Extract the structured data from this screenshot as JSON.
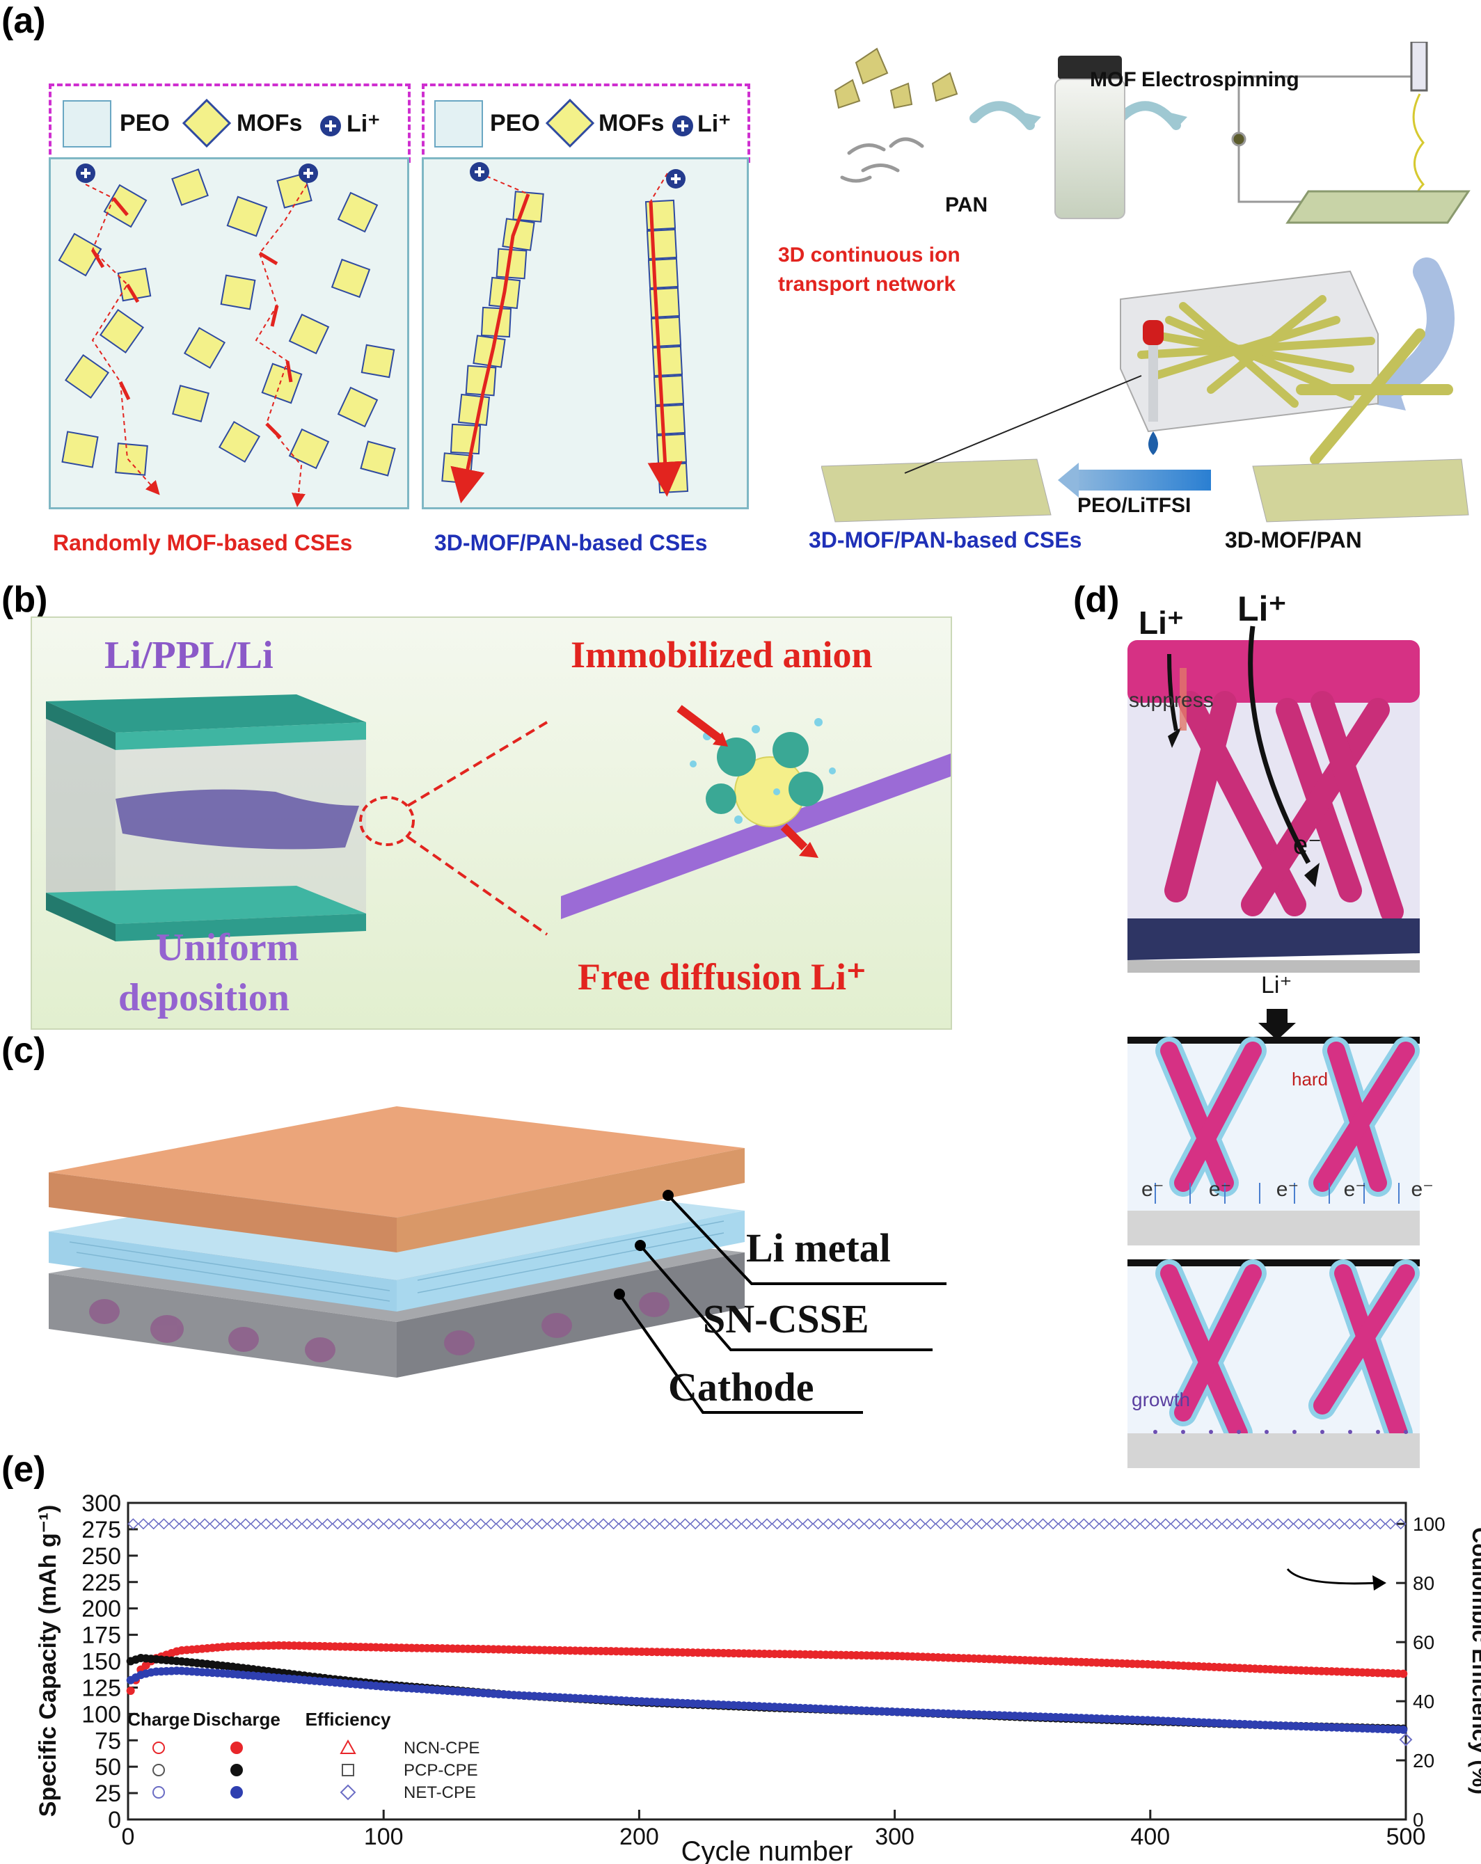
{
  "panels": {
    "a": "(a)",
    "b": "(b)",
    "c": "(c)",
    "d": "(d)",
    "e": "(e)"
  },
  "panel_a": {
    "legend": {
      "peo": "PEO",
      "mofs": "MOFs",
      "li": "Li⁺"
    },
    "caption_random": "Randomly MOF-based CSEs",
    "caption_3d": "3D-MOF/PAN-based CSEs",
    "scheme": {
      "mof": "MOF",
      "pan": "PAN",
      "electrospinning": "Electrospinning",
      "network_line1": "3D continuous ion",
      "network_line2": "transport network",
      "peo_litfsi": "PEO/LiTFSI",
      "cses": "3D-MOF/PAN-based CSEs",
      "mof_pan": "3D-MOF/PAN"
    }
  },
  "panel_b": {
    "cell": "Li/PPL/Li",
    "immobilized": "Immobilized anion",
    "uniform_line1": "Uniform",
    "uniform_line2": "deposition",
    "free_diffusion": "Free diffusion Li⁺"
  },
  "panel_c": {
    "li_metal": "Li metal",
    "sn_csse": "SN-CSSE",
    "cathode": "Cathode"
  },
  "panel_d": {
    "li_left": "Li⁺",
    "li_right": "Li⁺",
    "suppress": "suppress",
    "electron": "e⁻",
    "li_mid": "Li⁺",
    "hard": "hard",
    "e_labels": [
      "e⁻",
      "e⁻",
      "e⁻",
      "e⁻",
      "e⁻"
    ],
    "growth": "growth"
  },
  "colors": {
    "red": "#e2241f",
    "blue": "#1f30b7",
    "mof_yellow": "#f3f18a",
    "magenta": "#d1307f",
    "copper": "#eba57a",
    "purple": "#8c5fc7",
    "teal": "#3fb59a"
  },
  "chart_data": {
    "type": "scatter",
    "xlabel": "Cycle number",
    "ylabel": "Specific Capacity (mAh g⁻¹)",
    "y2label": "Coulombic Efficiency (%)",
    "xlim": [
      0,
      500
    ],
    "ylim": [
      0,
      300
    ],
    "y2lim": [
      0,
      107.1
    ],
    "x_ticks": [
      0,
      100,
      200,
      300,
      400,
      500
    ],
    "y_ticks": [
      0,
      25,
      50,
      75,
      100,
      125,
      150,
      175,
      200,
      225,
      250,
      275,
      300
    ],
    "y2_ticks": [
      0,
      20,
      40,
      60,
      80,
      100
    ],
    "legend_headers": [
      "Charge",
      "Discharge",
      "Efficiency"
    ],
    "legend_rows": [
      "NCN-CPE",
      "PCP-CPE",
      "NET-CPE"
    ],
    "series": [
      {
        "name": "NCN-CPE",
        "color": "#e8262a",
        "x": [
          1,
          5,
          10,
          20,
          40,
          60,
          80,
          100,
          150,
          200,
          250,
          300,
          350,
          400,
          450,
          500
        ],
        "values": [
          122,
          142,
          152,
          160,
          164,
          165,
          164,
          163,
          161,
          159,
          157,
          155,
          151,
          147,
          142,
          138
        ]
      },
      {
        "name": "PCP-CPE",
        "color": "#111111",
        "x": [
          1,
          5,
          10,
          20,
          40,
          60,
          80,
          100,
          150,
          200,
          250,
          300,
          350,
          400,
          450,
          500
        ],
        "values": [
          150,
          153,
          152,
          150,
          145,
          139,
          133,
          128,
          118,
          111,
          106,
          102,
          97,
          93,
          89,
          86
        ]
      },
      {
        "name": "NET-CPE",
        "color": "#2e3fb0",
        "x": [
          1,
          5,
          10,
          20,
          40,
          60,
          80,
          100,
          150,
          200,
          250,
          300,
          350,
          400,
          450,
          500
        ],
        "values": [
          132,
          137,
          140,
          141,
          138,
          134,
          130,
          126,
          118,
          112,
          107,
          102,
          98,
          94,
          89,
          85
        ]
      }
    ],
    "efficiency": {
      "value": 100,
      "last_point": 27
    },
    "annotation": "arrow to right axis"
  }
}
